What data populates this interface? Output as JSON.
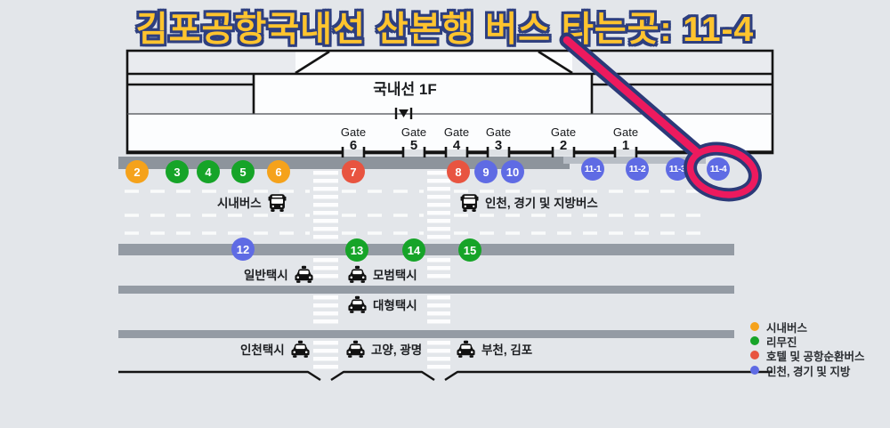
{
  "title": {
    "text": "김포공항국내선 산본행 버스 타는곳: 11-4",
    "fill_color": "#FFC42E",
    "outline_color": "#2E3F7F"
  },
  "building": {
    "label": "국내선 1F"
  },
  "gates": [
    {
      "word": "Gate",
      "num": "6"
    },
    {
      "word": "Gate",
      "num": "5"
    },
    {
      "word": "Gate",
      "num": "4"
    },
    {
      "word": "Gate",
      "num": "3"
    },
    {
      "word": "Gate",
      "num": "2"
    },
    {
      "word": "Gate",
      "num": "1"
    }
  ],
  "stops": {
    "top": [
      {
        "label": "2",
        "category": "city"
      },
      {
        "label": "3",
        "category": "limo"
      },
      {
        "label": "4",
        "category": "limo"
      },
      {
        "label": "5",
        "category": "limo"
      },
      {
        "label": "6",
        "category": "city"
      },
      {
        "label": "7",
        "category": "hotel"
      },
      {
        "label": "8",
        "category": "hotel"
      },
      {
        "label": "9",
        "category": "inter"
      },
      {
        "label": "10",
        "category": "inter"
      },
      {
        "label": "11-1",
        "category": "inter"
      },
      {
        "label": "11-2",
        "category": "inter"
      },
      {
        "label": "11-3",
        "category": "inter"
      },
      {
        "label": "11-4",
        "category": "inter"
      }
    ],
    "taxi": [
      {
        "label": "12",
        "category": "inter"
      },
      {
        "label": "13",
        "category": "limo"
      },
      {
        "label": "14",
        "category": "limo"
      },
      {
        "label": "15",
        "category": "limo"
      }
    ]
  },
  "road_labels": {
    "city_bus": "시내버스",
    "incheon_bus": "인천, 경기 및 지방버스",
    "regular_taxi": "일반택시",
    "deluxe_taxi": "모범택시",
    "large_taxi": "대형택시",
    "incheon_taxi": "인천택시",
    "goyang_gwangmyeong": "고양, 광명",
    "bucheon_gimpo": "부천, 김포"
  },
  "legend": [
    {
      "label": "시내버스",
      "category": "city",
      "color": "#F5A21B"
    },
    {
      "label": "리무진",
      "category": "limo",
      "color": "#16A428"
    },
    {
      "label": "호텔 및 공항순환버스",
      "category": "hotel",
      "color": "#E85440"
    },
    {
      "label": "인천, 경기 및 지방",
      "category": "inter",
      "color": "#5F6BE4"
    }
  ],
  "annotation": {
    "type": "arrow-and-circle",
    "target_stop": "11-4",
    "color": "#EC1A5E",
    "outline": "#2B3A78"
  },
  "icons": {
    "bus": "bus-front-icon",
    "taxi": "taxi-front-icon"
  }
}
